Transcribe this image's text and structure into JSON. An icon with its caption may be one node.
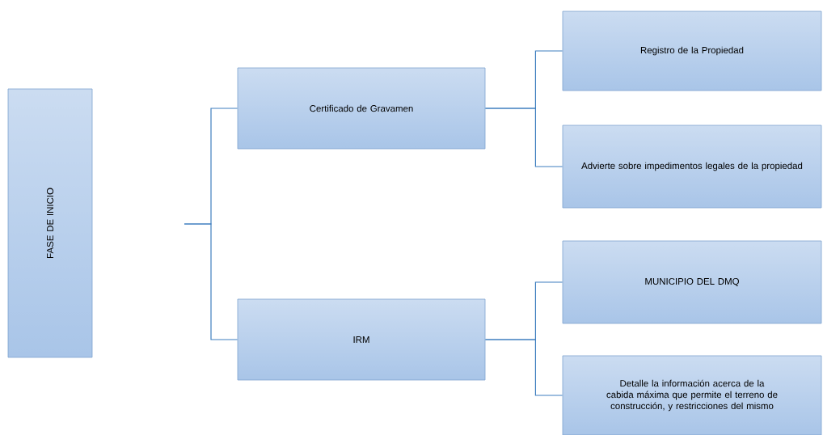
{
  "diagram": {
    "nodes": [
      {
        "text": [
          "FASE DE INICIO"
        ]
      },
      {
        "text": [
          "Certificado de Gravamen"
        ]
      },
      {
        "text": [
          "IRM"
        ]
      },
      {
        "text": [
          "Registro de la Propiedad"
        ]
      },
      {
        "text": [
          "Advierte sobre impedimentos legales de la propiedad"
        ]
      },
      {
        "text": [
          "MUNICIPIO DEL DMQ"
        ]
      },
      {
        "text": [
          "Detalle la información acerca de la cabida máxima que permite el terreno de construcción, y restricciones del mismo"
        ]
      }
    ],
    "edges": [
      {
        "from": null,
        "to": 1,
        "arrow": "none"
      },
      {
        "from": null,
        "to": 2,
        "arrow": "none"
      },
      {
        "from": 1,
        "to": 3,
        "arrow": "none"
      },
      {
        "from": 1,
        "to": 4,
        "arrow": "none"
      },
      {
        "from": 2,
        "to": 5,
        "arrow": "none"
      },
      {
        "from": 2,
        "to": 6,
        "arrow": "none"
      }
    ]
  }
}
